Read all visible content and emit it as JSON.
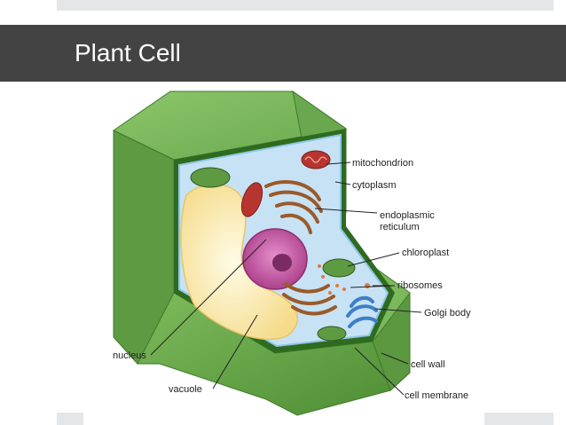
{
  "slide": {
    "title": "Plant Cell"
  },
  "colors": {
    "title_bar": "#434343",
    "cell_wall": "#6aa84f",
    "cytoplasm": "#bcd9f0",
    "vacuole": "#fff3c4",
    "nucleus": "#c94f9f",
    "mitochondrion": "#b8352f",
    "golgi": "#3c7fc8",
    "chloroplast": "#4f8a3a",
    "er": "#9a5a2a"
  },
  "labels": {
    "mitochondrion": "mitochondrion",
    "cytoplasm": "cytoplasm",
    "endoplasmic_reticulum": [
      "endoplasmic",
      "reticulum"
    ],
    "chloroplast": "chloroplast",
    "ribosomes": "ribosomes",
    "golgi_body": "Golgi body",
    "cell_wall": "cell wall",
    "cell_membrane": "cell membrane",
    "nucleus": "nucleus",
    "vacuole": "vacuole"
  }
}
